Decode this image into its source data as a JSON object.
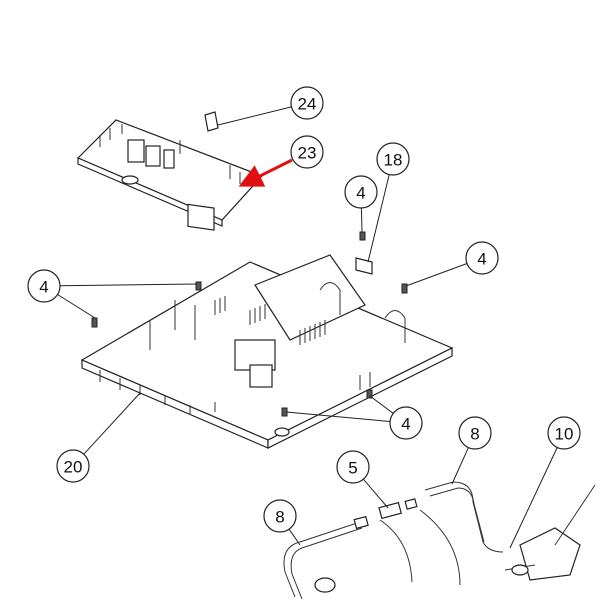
{
  "diagram": {
    "type": "exploded-parts-diagram",
    "accent_color": "#e01010",
    "callouts": [
      {
        "label": "24",
        "part": "connector"
      },
      {
        "label": "23",
        "part": "control-board",
        "highlighted": true
      },
      {
        "label": "18",
        "part": "clip"
      },
      {
        "label": "4",
        "part": "screw"
      },
      {
        "label": "4",
        "part": "screw"
      },
      {
        "label": "4",
        "part": "screw"
      },
      {
        "label": "4",
        "part": "screw"
      },
      {
        "label": "20",
        "part": "board-tray"
      },
      {
        "label": "8",
        "part": "hose"
      },
      {
        "label": "10",
        "part": "pump"
      },
      {
        "label": "5",
        "part": "hose-connector"
      },
      {
        "label": "8",
        "part": "hose"
      }
    ]
  }
}
